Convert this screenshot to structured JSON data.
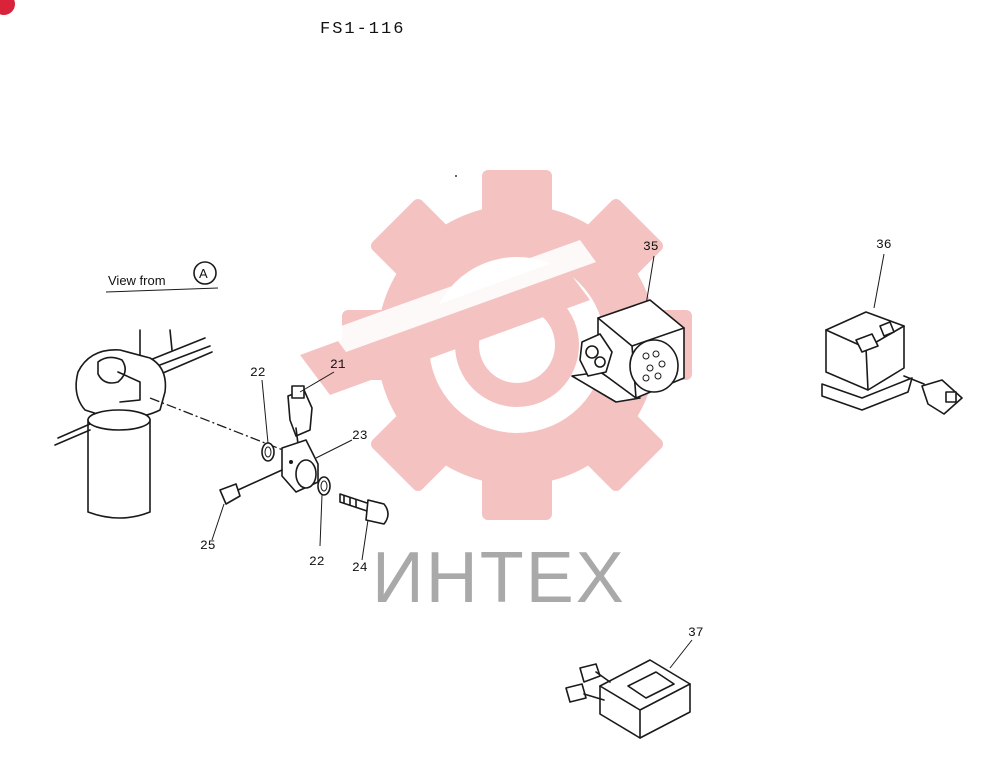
{
  "title": "FS1-116",
  "view_label": "View from",
  "view_marker": "A",
  "watermark_text": "ИНТЕХ",
  "watermark_color": "#f4b8b8",
  "callouts": {
    "c21": "21",
    "c22a": "22",
    "c22b": "22",
    "c23": "23",
    "c24": "24",
    "c25": "25",
    "c35": "35",
    "c36": "36",
    "c37": "37"
  }
}
